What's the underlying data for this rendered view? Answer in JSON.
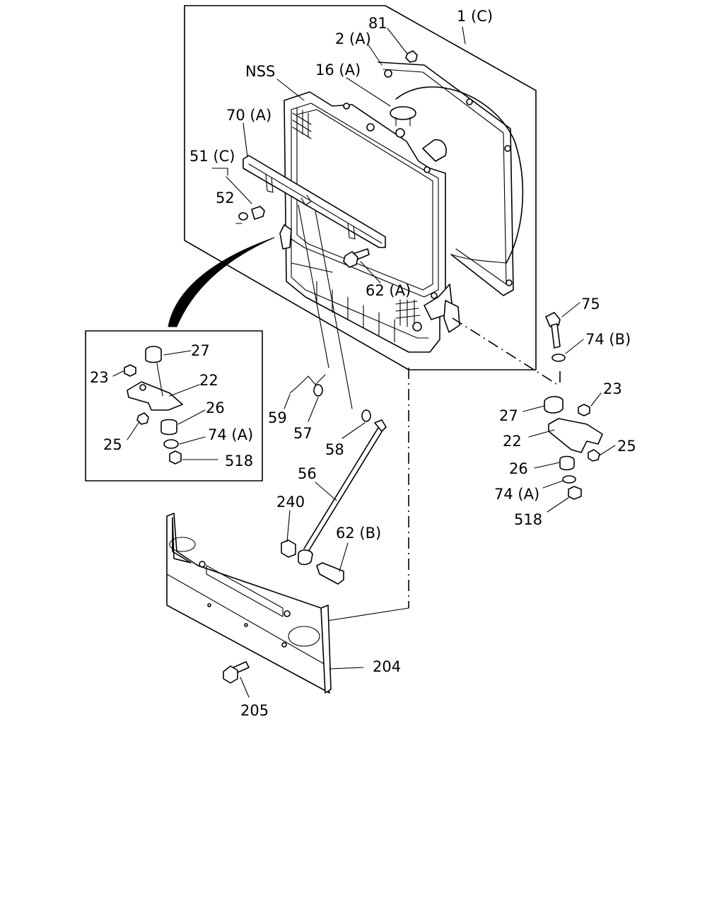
{
  "labels": {
    "part_1c": "1 (C)",
    "part_81": "81",
    "part_2a": "2 (A)",
    "part_nss": "NSS",
    "part_16a": "16 (A)",
    "part_70a": "70 (A)",
    "part_51c": "51 (C)",
    "part_52": "52",
    "part_62a": "62 (A)",
    "part_75": "75",
    "part_74b": "74 (B)",
    "inset_27": "27",
    "inset_23": "23",
    "inset_22": "22",
    "inset_26": "26",
    "inset_25": "25",
    "inset_74a": "74 (A)",
    "inset_518": "518",
    "part_59": "59",
    "part_57": "57",
    "part_58": "58",
    "part_56": "56",
    "part_240": "240",
    "part_62b": "62 (B)",
    "part_204": "204",
    "part_205": "205",
    "right_23": "23",
    "right_27": "27",
    "right_22": "22",
    "right_25": "25",
    "right_26": "26",
    "right_74a": "74 (A)",
    "right_518": "518"
  }
}
